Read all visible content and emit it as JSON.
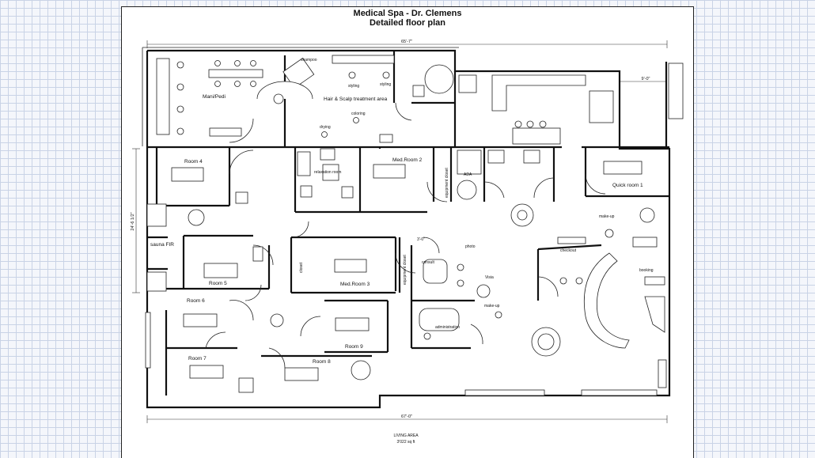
{
  "title": "Medical Spa - Dr. Clemens",
  "subtitle": "Detailed floor plan",
  "dimensions": {
    "top_width": "65'-7\"",
    "bottom_width": "67'-0\"",
    "left_height": "24'-6 1/2\"",
    "entry_width": "9'-0\"",
    "closet_width": "3'-0\""
  },
  "footer": {
    "area_label": "LIVING AREA",
    "area_value": "3'022 sq ft"
  },
  "rooms": {
    "mani_pedi": "Mani/Pedi",
    "shampoo": "shampoo",
    "styling_1": "styling",
    "styling_2": "styling",
    "hair_scalp": "Hair & Scalp treatment area",
    "coloring": "coloring",
    "drying": "drying",
    "room4": "Room 4",
    "relaxation": "relaxation room",
    "med_room2": "Med.Room 2",
    "equipment_closet_1": "equipment closet",
    "ada": "ADA",
    "quick_room1": "Quick room 1",
    "make_up_1": "make-up",
    "sauna": "sauna FIR",
    "room5": "Room 5",
    "closet": "closet",
    "med_room3": "Med.Room 3",
    "equipment_closet_2": "equipment closet",
    "consult": "consult",
    "photo": "photo",
    "visia": "Visia",
    "checkout": "checkout",
    "booking": "booking",
    "room6": "Room 6",
    "make_up_2": "make-up",
    "administration": "administration",
    "room9": "Room 9",
    "room7": "Room 7",
    "room8": "Room 8"
  }
}
